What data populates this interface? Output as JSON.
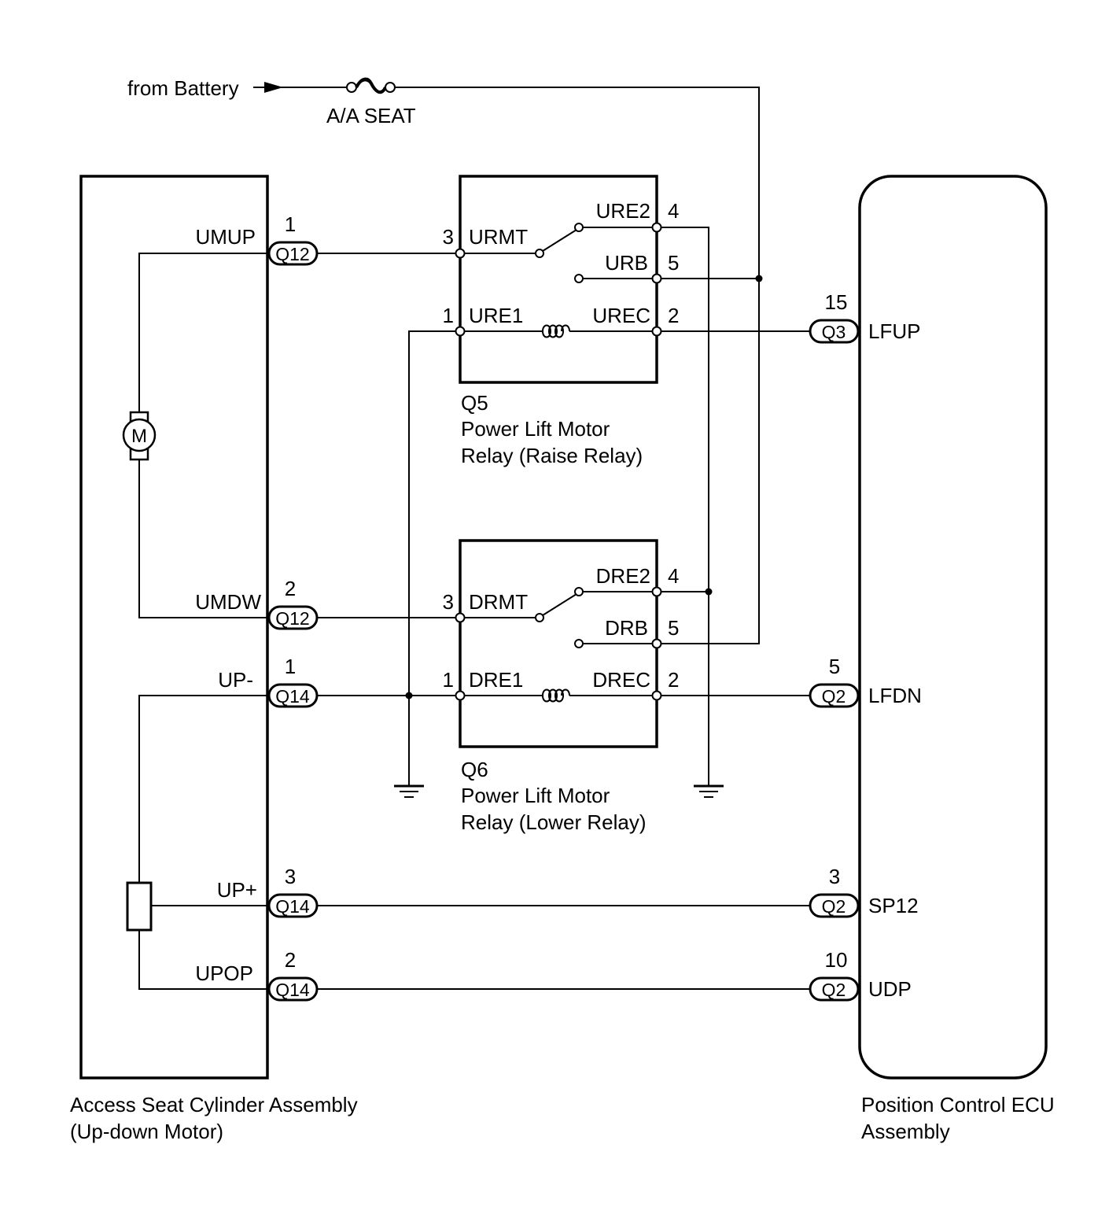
{
  "source": {
    "label": "from Battery"
  },
  "fuse": {
    "label": "A/A SEAT"
  },
  "seat": {
    "name_line1": "Access Seat Cylinder Assembly",
    "name_line2": "(Up-down Motor)",
    "motor_symbol": "M",
    "pins": [
      {
        "signal": "UMUP",
        "connector": "Q12",
        "pin": "1"
      },
      {
        "signal": "UMDW",
        "connector": "Q12",
        "pin": "2"
      },
      {
        "signal": "UP-",
        "connector": "Q14",
        "pin": "1"
      },
      {
        "signal": "UP+",
        "connector": "Q14",
        "pin": "3"
      },
      {
        "signal": "UPOP",
        "connector": "Q14",
        "pin": "2"
      }
    ]
  },
  "relay_raise": {
    "id": "Q5",
    "name_line1": "Power Lift Motor",
    "name_line2": "Relay (Raise Relay)",
    "terminals": [
      {
        "name": "URE2",
        "pin": "4"
      },
      {
        "name": "URMT",
        "pin": "3"
      },
      {
        "name": "URB",
        "pin": "5"
      },
      {
        "name": "URE1",
        "pin": "1"
      },
      {
        "name": "UREC",
        "pin": "2"
      }
    ]
  },
  "relay_lower": {
    "id": "Q6",
    "name_line1": "Power Lift Motor",
    "name_line2": "Relay (Lower Relay)",
    "terminals": [
      {
        "name": "DRE2",
        "pin": "4"
      },
      {
        "name": "DRMT",
        "pin": "3"
      },
      {
        "name": "DRB",
        "pin": "5"
      },
      {
        "name": "DRE1",
        "pin": "1"
      },
      {
        "name": "DREC",
        "pin": "2"
      }
    ]
  },
  "ecu": {
    "name_line1": "Position Control ECU",
    "name_line2": "Assembly",
    "pins": [
      {
        "signal": "LFUP",
        "connector": "Q3",
        "pin": "15"
      },
      {
        "signal": "LFDN",
        "connector": "Q2",
        "pin": "5"
      },
      {
        "signal": "SP12",
        "connector": "Q2",
        "pin": "3"
      },
      {
        "signal": "UDP",
        "connector": "Q2",
        "pin": "10"
      }
    ]
  }
}
